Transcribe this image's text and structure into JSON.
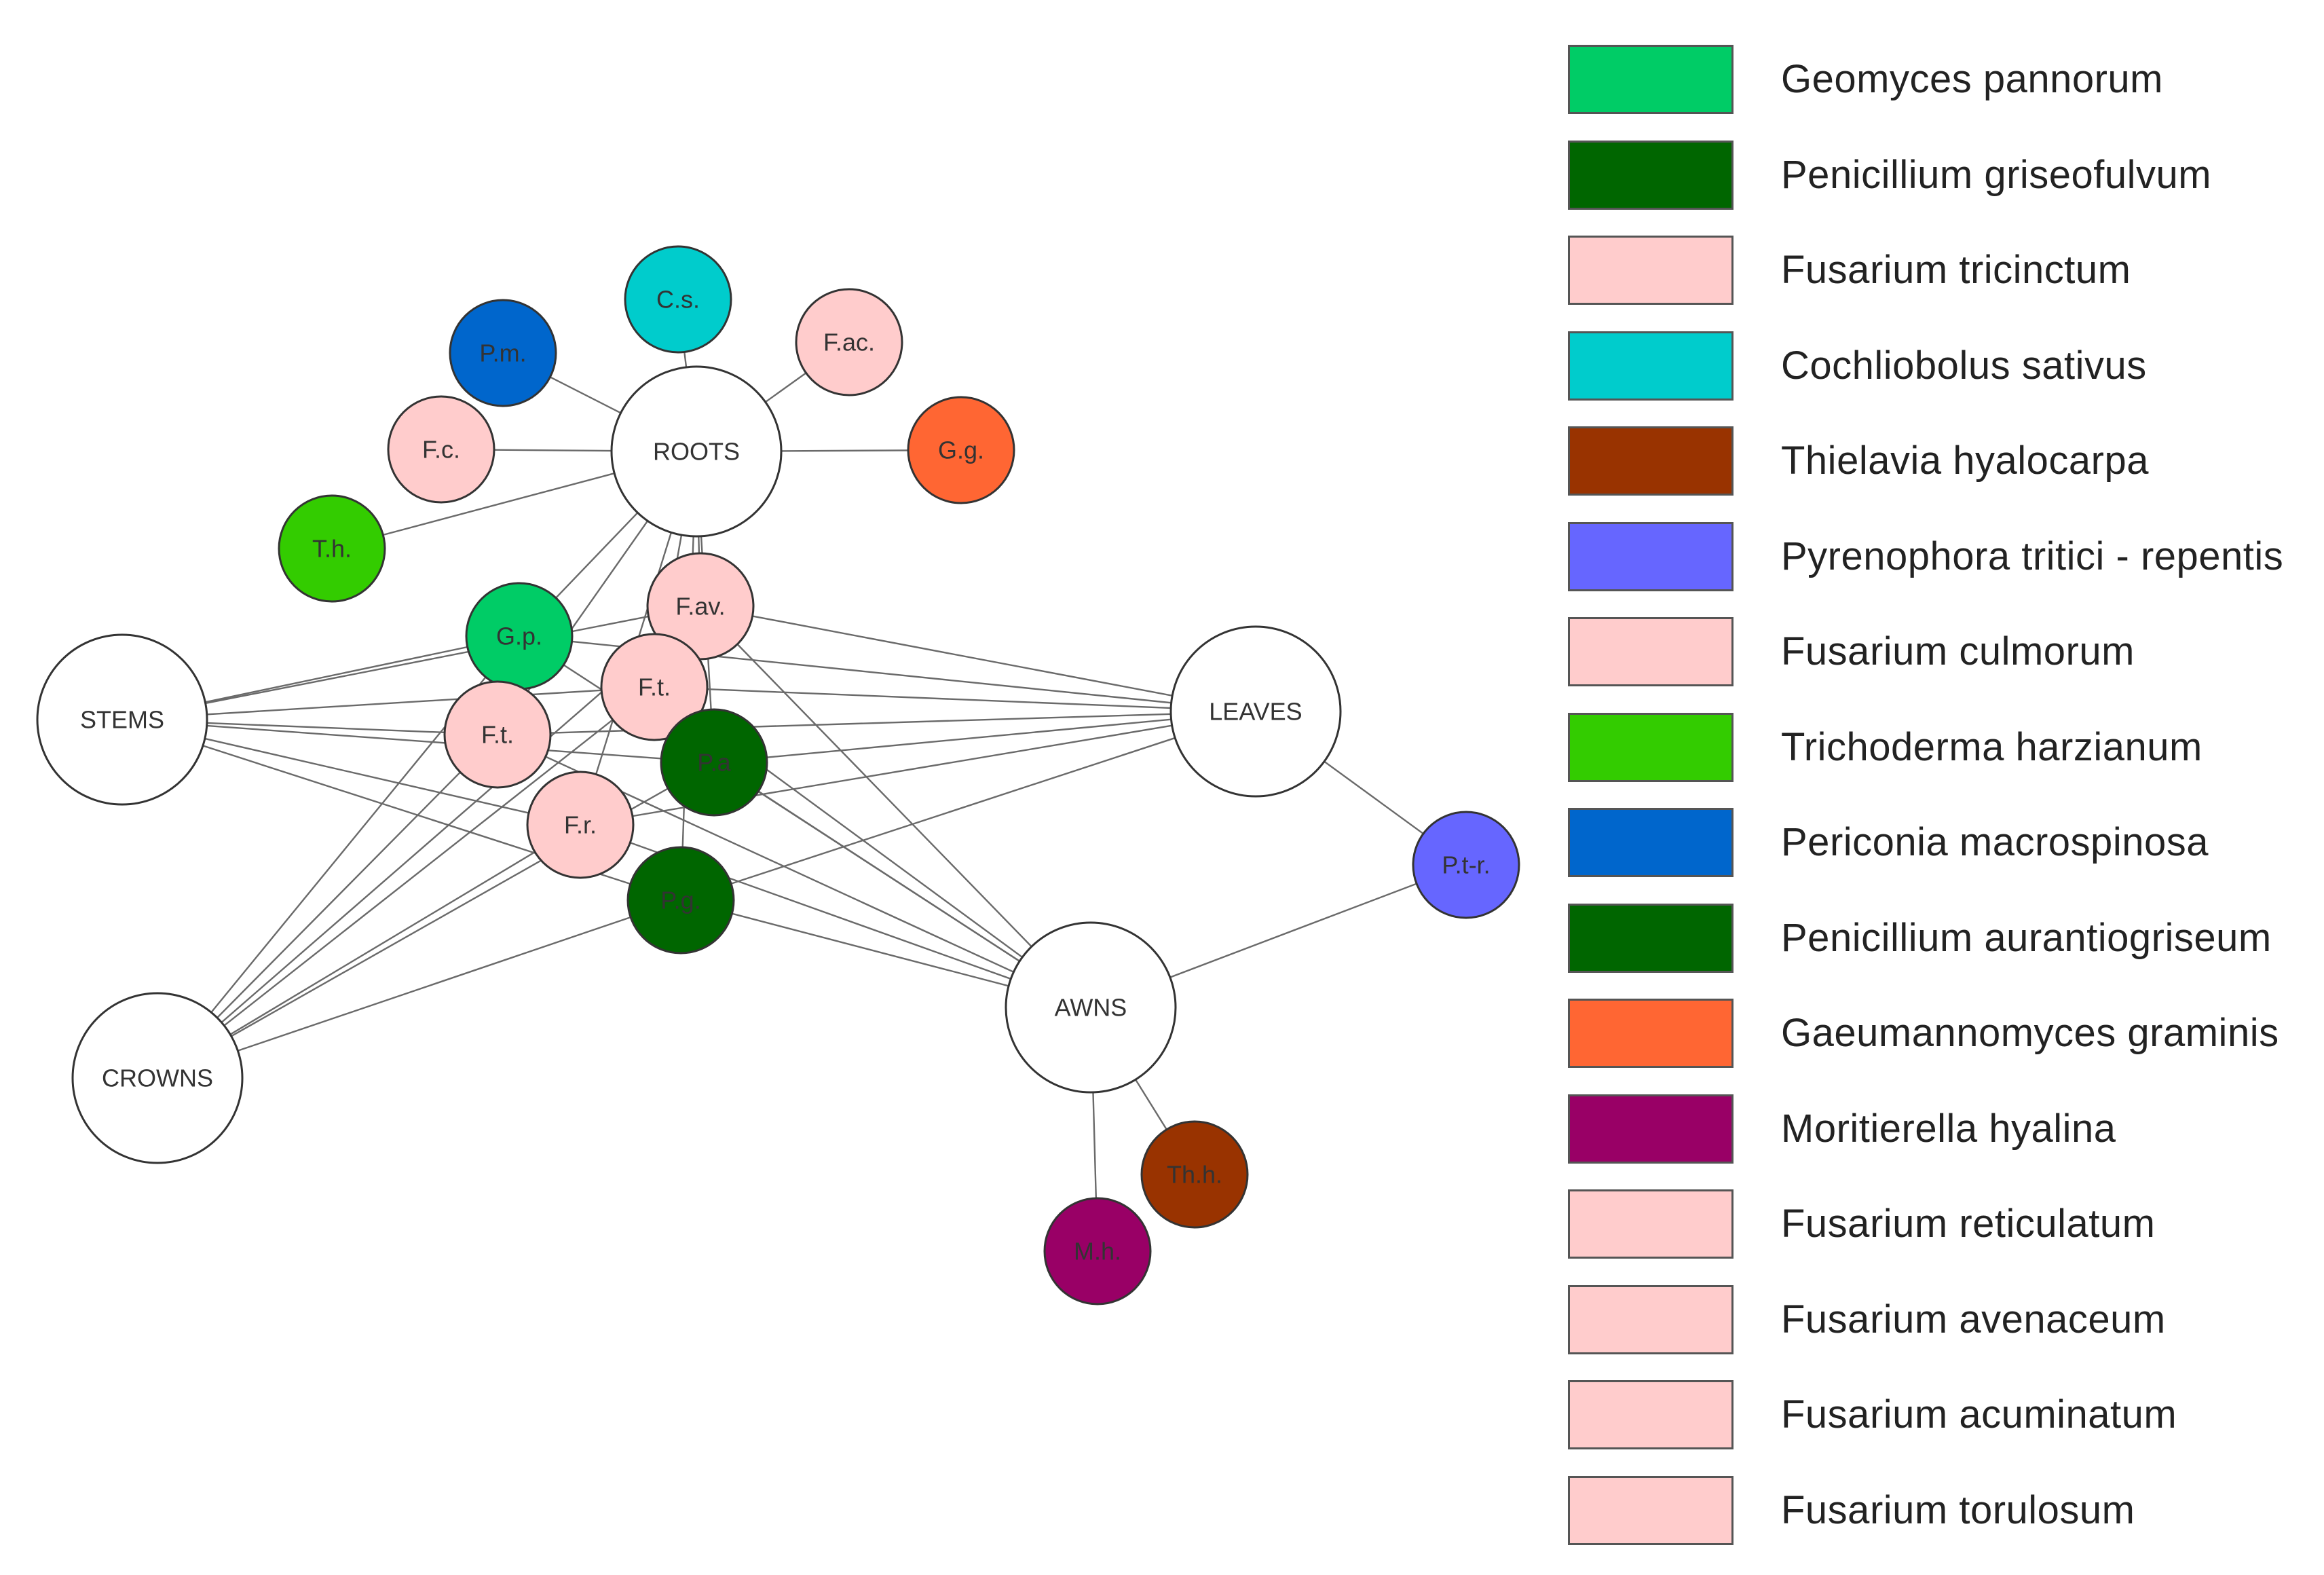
{
  "colors": {
    "organ": "#ffffff",
    "light_green": "#00cc66",
    "dark_green": "#006600",
    "pink": "#ffcccc",
    "cyan": "#00cccc",
    "brown": "#993300",
    "periwinkle": "#6666ff",
    "lime": "#33cc00",
    "blue": "#0066cc",
    "orange": "#ff6633",
    "purple": "#990066"
  },
  "organs": [
    {
      "id": "roots",
      "label": "ROOTS"
    },
    {
      "id": "stems",
      "label": "STEMS"
    },
    {
      "id": "leaves",
      "label": "LEAVES"
    },
    {
      "id": "crowns",
      "label": "CROWNS"
    },
    {
      "id": "awns",
      "label": "AWNS"
    }
  ],
  "fungi": [
    {
      "id": "cs",
      "label": "C.s.",
      "color": "#00cccc"
    },
    {
      "id": "pm",
      "label": "P.m.",
      "color": "#0066cc"
    },
    {
      "id": "fac",
      "label": "F.ac.",
      "color": "#ffcccc"
    },
    {
      "id": "fc",
      "label": "F.c.",
      "color": "#ffcccc"
    },
    {
      "id": "gg",
      "label": "G.g.",
      "color": "#ff6633"
    },
    {
      "id": "th",
      "label": "T.h.",
      "color": "#33cc00"
    },
    {
      "id": "fav",
      "label": "F.av.",
      "color": "#ffcccc"
    },
    {
      "id": "gp",
      "label": "G.p.",
      "color": "#00cc66"
    },
    {
      "id": "ft1",
      "label": "F.t.",
      "color": "#ffcccc"
    },
    {
      "id": "ft2",
      "label": "F.t.",
      "color": "#ffcccc"
    },
    {
      "id": "pa",
      "label": "P.a",
      "color": "#006600"
    },
    {
      "id": "fr",
      "label": "F.r.",
      "color": "#ffcccc"
    },
    {
      "id": "pg",
      "label": "P.g.",
      "color": "#006600"
    },
    {
      "id": "ptr",
      "label": "P.t-r.",
      "color": "#6666ff"
    },
    {
      "id": "thh",
      "label": "Th.h.",
      "color": "#993300"
    },
    {
      "id": "mh",
      "label": "M.h.",
      "color": "#990066"
    }
  ],
  "edges": [
    [
      "roots",
      "cs"
    ],
    [
      "roots",
      "pm"
    ],
    [
      "roots",
      "fac"
    ],
    [
      "roots",
      "fc"
    ],
    [
      "roots",
      "gg"
    ],
    [
      "roots",
      "th"
    ],
    [
      "roots",
      "fav"
    ],
    [
      "roots",
      "gp"
    ],
    [
      "roots",
      "ft1"
    ],
    [
      "roots",
      "ft2"
    ],
    [
      "roots",
      "pa"
    ],
    [
      "roots",
      "fr"
    ],
    [
      "roots",
      "pg"
    ],
    [
      "stems",
      "fav"
    ],
    [
      "stems",
      "gp"
    ],
    [
      "stems",
      "ft1"
    ],
    [
      "stems",
      "ft2"
    ],
    [
      "stems",
      "pa"
    ],
    [
      "stems",
      "fr"
    ],
    [
      "stems",
      "pg"
    ],
    [
      "leaves",
      "fav"
    ],
    [
      "leaves",
      "gp"
    ],
    [
      "leaves",
      "ft1"
    ],
    [
      "leaves",
      "ft2"
    ],
    [
      "leaves",
      "pa"
    ],
    [
      "leaves",
      "fr"
    ],
    [
      "leaves",
      "pg"
    ],
    [
      "leaves",
      "ptr"
    ],
    [
      "crowns",
      "fav"
    ],
    [
      "crowns",
      "gp"
    ],
    [
      "crowns",
      "ft1"
    ],
    [
      "crowns",
      "ft2"
    ],
    [
      "crowns",
      "pa"
    ],
    [
      "crowns",
      "fr"
    ],
    [
      "crowns",
      "pg"
    ],
    [
      "awns",
      "fav"
    ],
    [
      "awns",
      "gp"
    ],
    [
      "awns",
      "ft1"
    ],
    [
      "awns",
      "ft2"
    ],
    [
      "awns",
      "pa"
    ],
    [
      "awns",
      "fr"
    ],
    [
      "awns",
      "pg"
    ],
    [
      "awns",
      "ptr"
    ],
    [
      "awns",
      "thh"
    ],
    [
      "awns",
      "mh"
    ]
  ],
  "legend": [
    {
      "label": "Geomyces pannorum",
      "color": "#00cc66"
    },
    {
      "label": "Penicillium griseofulvum",
      "color": "#006600"
    },
    {
      "label": "Fusarium  tricinctum",
      "color": "#ffcccc"
    },
    {
      "label": "Cochliobolus sativus",
      "color": "#00cccc"
    },
    {
      "label": "Thielavia hyalocarpa",
      "color": "#993300"
    },
    {
      "label": "Pyrenophora tritici - repentis",
      "color": "#6666ff"
    },
    {
      "label": "Fusarium culmorum",
      "color": "#ffcccc"
    },
    {
      "label": "Trichoderma harzianum",
      "color": "#33cc00"
    },
    {
      "label": "Periconia macrospinosa",
      "color": "#0066cc"
    },
    {
      "label": "Penicillium aurantiogriseum",
      "color": "#006600"
    },
    {
      "label": "Gaeumannomyces graminis",
      "color": "#ff6633"
    },
    {
      "label": "Moritierella hyalina",
      "color": "#990066"
    },
    {
      "label": "Fusarium reticulatum",
      "color": "#ffcccc"
    },
    {
      "label": "Fusarium avenaceum",
      "color": "#ffcccc"
    },
    {
      "label": "Fusarium acuminatum",
      "color": "#ffcccc"
    },
    {
      "label": "Fusarium torulosum",
      "color": "#ffcccc"
    }
  ]
}
